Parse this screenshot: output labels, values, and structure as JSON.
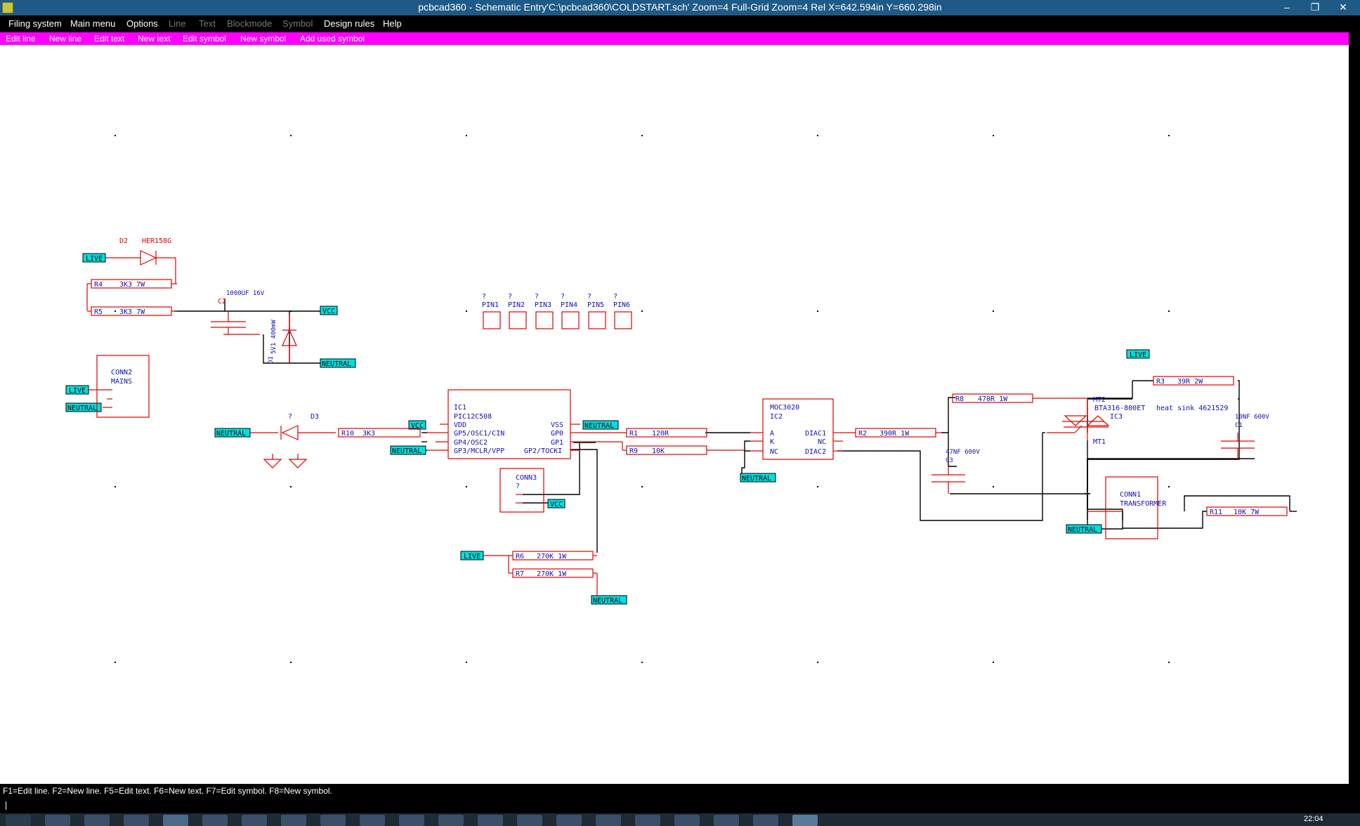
{
  "window": {
    "title": "pcbcad360 - Schematic Entry'C:\\pcbcad360\\COLDSTART.sch' Zoom=4 Full-Grid Zoom=4 Rel X=642.594in Y=660.298in",
    "minimize": "–",
    "maximize": "❐",
    "close": "✕"
  },
  "menu": {
    "items": [
      {
        "label": "Filing system",
        "enabled": true
      },
      {
        "label": "Main menu",
        "enabled": true
      },
      {
        "label": "Options",
        "enabled": true
      },
      {
        "label": "Line",
        "enabled": false
      },
      {
        "label": "Text",
        "enabled": false
      },
      {
        "label": "Blockmode",
        "enabled": false
      },
      {
        "label": "Symbol",
        "enabled": false
      },
      {
        "label": "Design rules",
        "enabled": true
      },
      {
        "label": "Help",
        "enabled": true
      }
    ]
  },
  "toolbar": {
    "items": [
      "Edit line",
      "New line",
      "Edit text",
      "New text",
      "Edit symbol",
      "New symbol",
      "Add used symbol"
    ]
  },
  "status": {
    "hint": "F1=Edit line. F2=New line. F5=Edit text. F6=New text. F7=Edit symbol. F8=New symbol."
  },
  "taskbar": {
    "clock": "22:04"
  },
  "colors": {
    "component": "#e00000",
    "label_text": "#1010b0",
    "net_flag_fill": "#00e0e0",
    "wire": "#000000",
    "toolbar": "#ff00ff"
  },
  "schematic": {
    "net_flags": {
      "live": "LIVE",
      "neutral": "NEUTRAL",
      "vcc": "VCC"
    },
    "components": {
      "d2": {
        "ref": "D2",
        "value": "HER158G"
      },
      "r4": {
        "ref": "R4",
        "value": "3K3 7W"
      },
      "r5": {
        "ref": "R5",
        "value": "3K3 7W"
      },
      "c2": {
        "ref": "C2",
        "value": "1000UF 16V"
      },
      "d1": {
        "ref": "D1",
        "value": "5V1 400mW"
      },
      "conn2": {
        "ref": "CONN2",
        "value": "MAINS"
      },
      "d3": {
        "ref": "D3",
        "value": "?"
      },
      "r10": {
        "ref": "R10",
        "value": "3K3"
      },
      "ic1": {
        "ref": "IC1",
        "value": "PIC12C508",
        "left_pins": [
          "VDD",
          "GP5/OSC1/CIN",
          "GP4/OSC2",
          "GP3/MCLR/VPP"
        ],
        "right_pins": [
          "VSS",
          "GP0",
          "GP1",
          "GP2/TOCKI"
        ]
      },
      "conn3": {
        "ref": "CONN3",
        "value": "?"
      },
      "r6": {
        "ref": "R6",
        "value": "270K 1W"
      },
      "r7": {
        "ref": "R7",
        "value": "270K 1W"
      },
      "pins": [
        "PIN1",
        "PIN2",
        "PIN3",
        "PIN4",
        "PIN5",
        "PIN6"
      ],
      "pin_value": "?",
      "r1": {
        "ref": "R1",
        "value": "120R"
      },
      "r9": {
        "ref": "R9",
        "value": "10K"
      },
      "ic2": {
        "ref": "IC2",
        "value": "MOC3020",
        "left_pins": [
          "A",
          "K",
          "NC"
        ],
        "right_pins": [
          "DIAC1",
          "NC",
          "DIAC2"
        ]
      },
      "r2": {
        "ref": "R2",
        "value": "390R 1W"
      },
      "c3": {
        "ref": "C3",
        "value": "47NF 600V"
      },
      "r8": {
        "ref": "R8",
        "value": "470R 1W"
      },
      "ic3": {
        "ref": "IC3",
        "value": "BTA316-800ET",
        "note": "heat sink 4621529",
        "mt2": "MT2",
        "mt1": "MT1"
      },
      "r3": {
        "ref": "R3",
        "value": "39R 2W"
      },
      "c1": {
        "ref": "C1",
        "value": "10NF 600V"
      },
      "conn1": {
        "ref": "CONN1",
        "value": "TRANSFORMER"
      },
      "r11": {
        "ref": "R11",
        "value": "10K 7W"
      }
    }
  }
}
